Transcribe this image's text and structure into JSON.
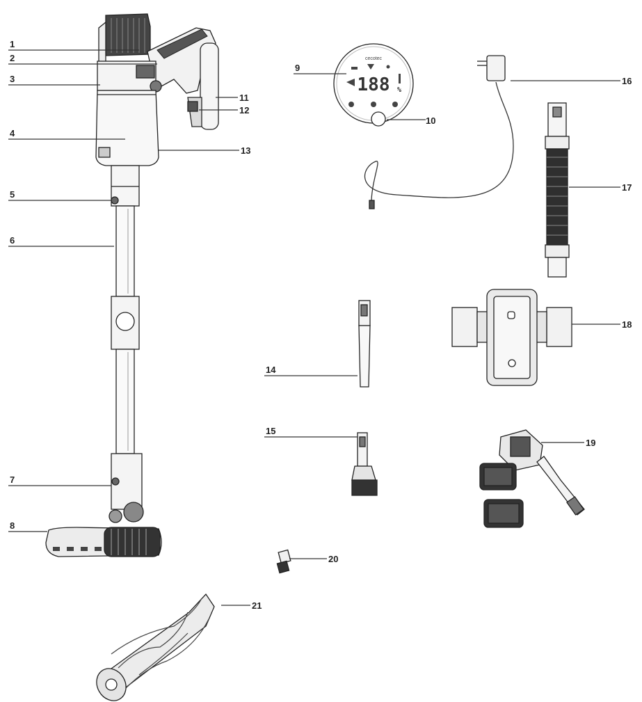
{
  "callouts": {
    "c1": "1",
    "c2": "2",
    "c3": "3",
    "c4": "4",
    "c5": "5",
    "c6": "6",
    "c7": "7",
    "c8": "8",
    "c9": "9",
    "c10": "10",
    "c11": "11",
    "c12": "12",
    "c13": "13",
    "c14": "14",
    "c15": "15",
    "c16": "16",
    "c17": "17",
    "c18": "18",
    "c19": "19",
    "c20": "20",
    "c21": "21"
  },
  "display": {
    "brand": "cecotec",
    "readout": "188",
    "unit": "%"
  }
}
